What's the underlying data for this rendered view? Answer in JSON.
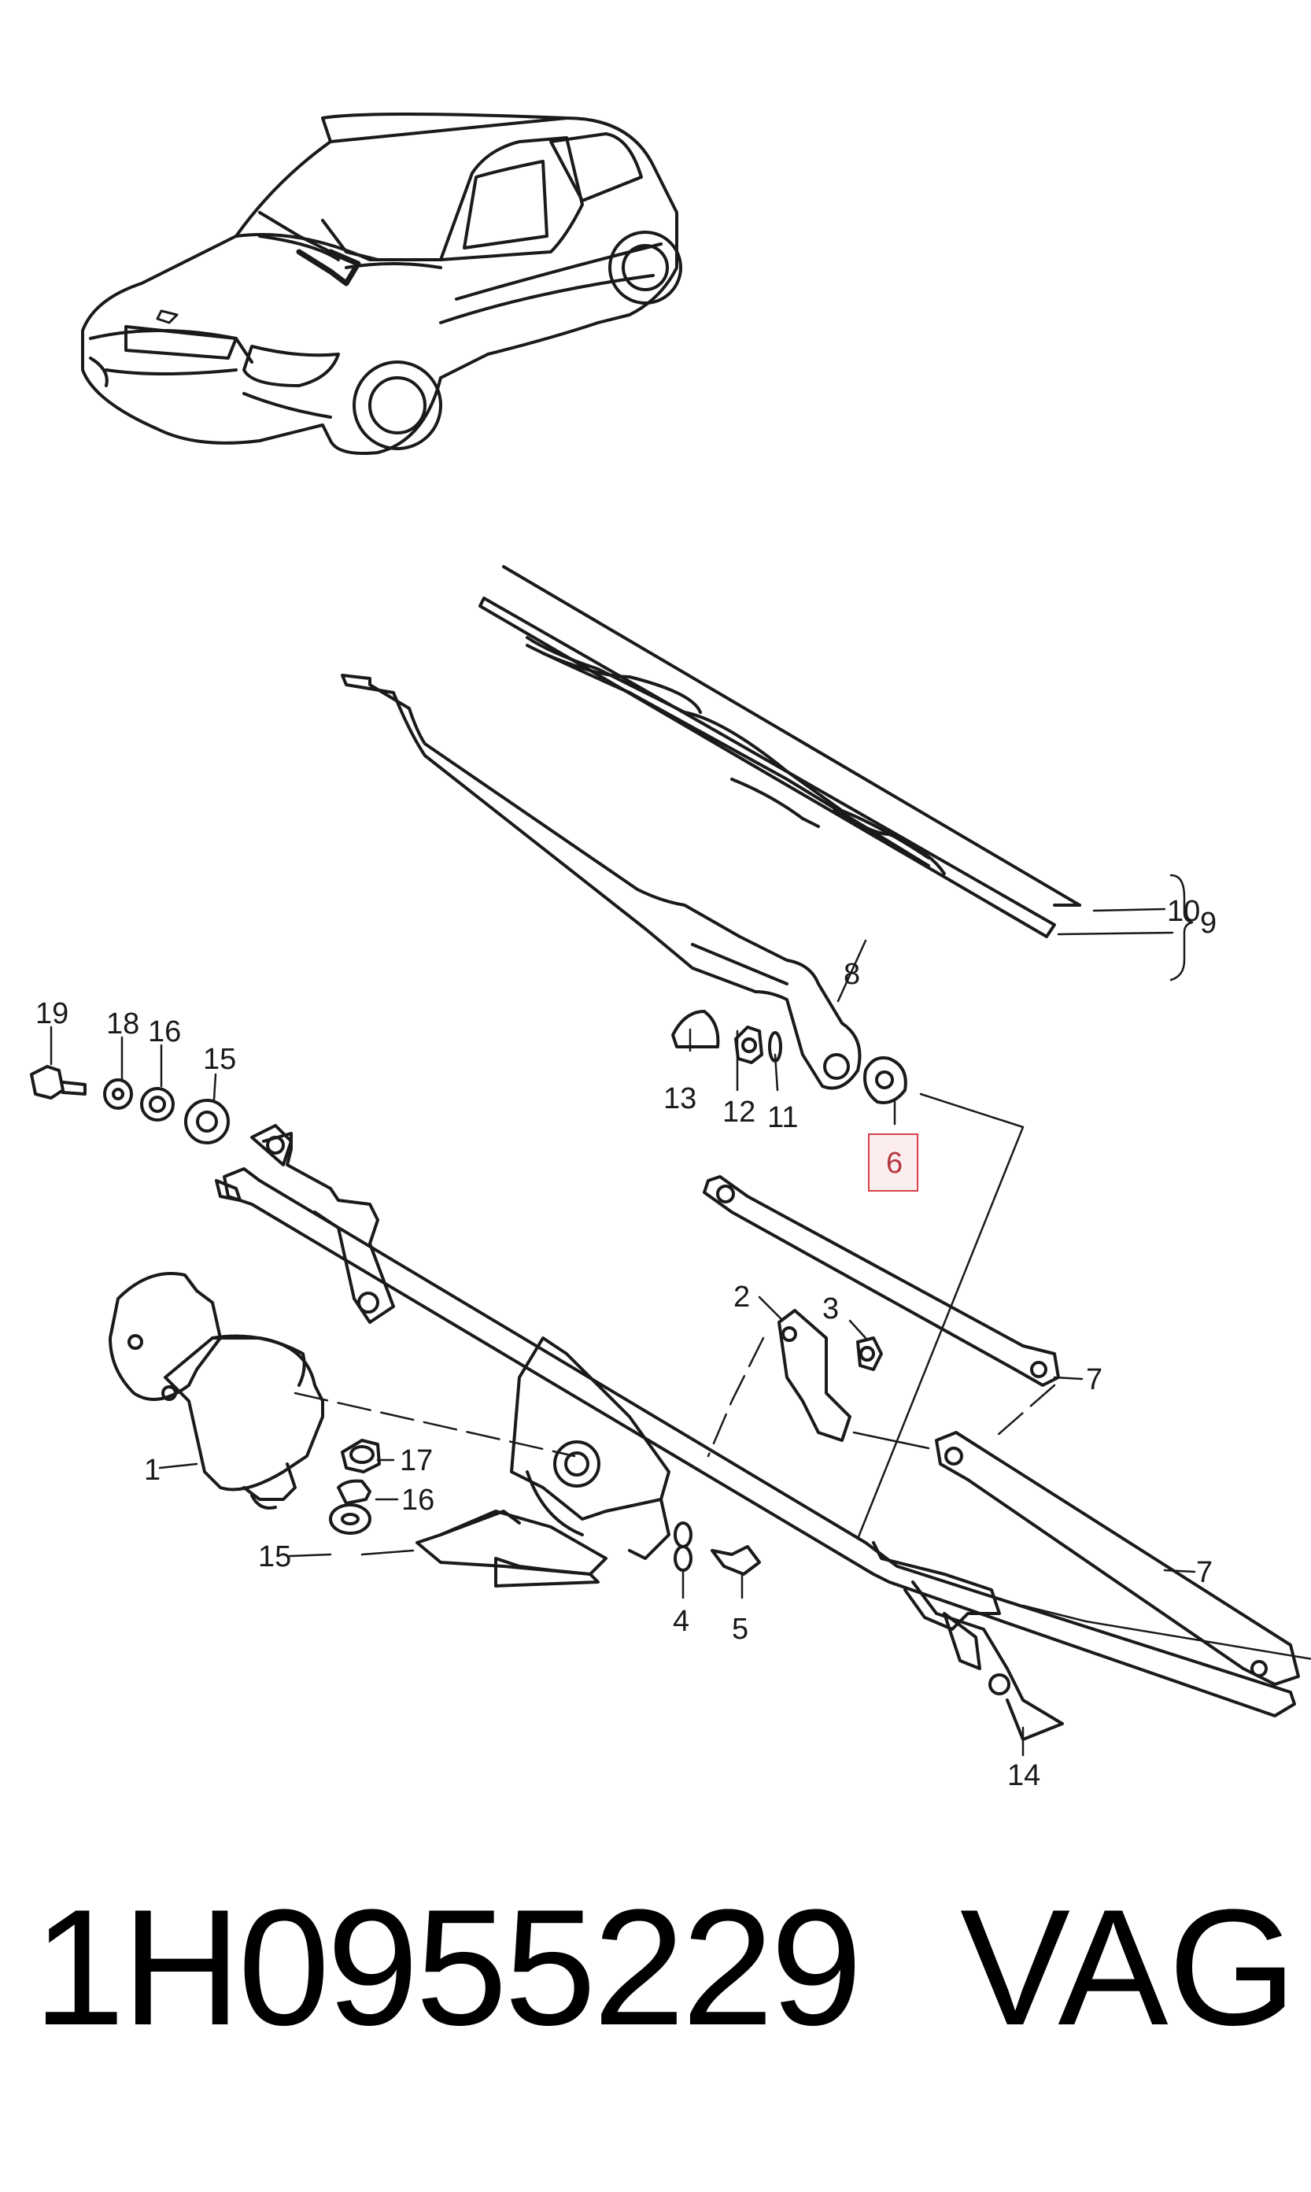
{
  "diagram": {
    "part_number": "1H0955229",
    "brand": "VAG",
    "highlighted_callout": "6",
    "highlight_color": "#d8414c",
    "callouts": {
      "c1": "1",
      "c2": "2",
      "c3": "3",
      "c4": "4",
      "c5": "5",
      "c6": "6",
      "c7a": "7",
      "c7b": "7",
      "c8": "8",
      "c9": "9",
      "c10": "10",
      "c11": "11",
      "c12": "12",
      "c13": "13",
      "c14": "14",
      "c15a": "15",
      "c15b": "15",
      "c16a": "16",
      "c16b": "16",
      "c17": "17",
      "c18": "18",
      "c19": "19"
    }
  }
}
